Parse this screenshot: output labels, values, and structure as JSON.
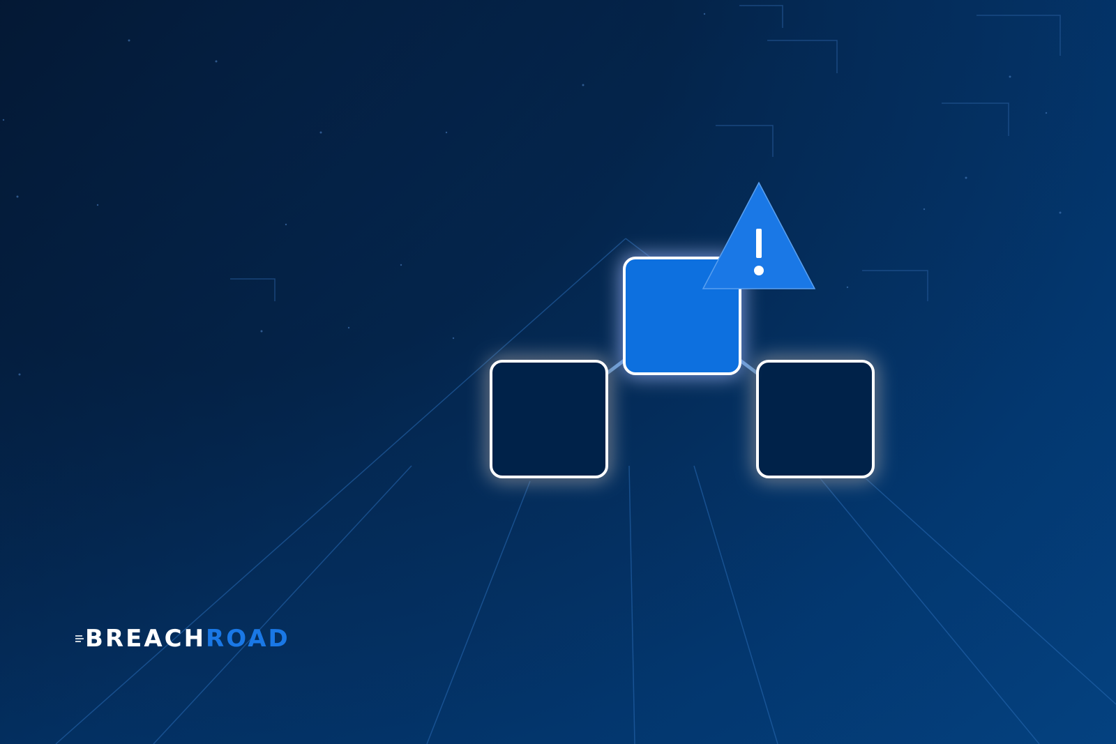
{
  "brand": {
    "name_part_1": "BREACH",
    "name_part_2": "ROAD",
    "color_primary": "#ffffff",
    "color_accent": "#1a78e6"
  },
  "illustration": {
    "icon": "warning-triangle-icon",
    "symbol": "!",
    "accent_color": "#0a6fdf",
    "node_dark_color": "#06224a",
    "node_count": 3
  }
}
